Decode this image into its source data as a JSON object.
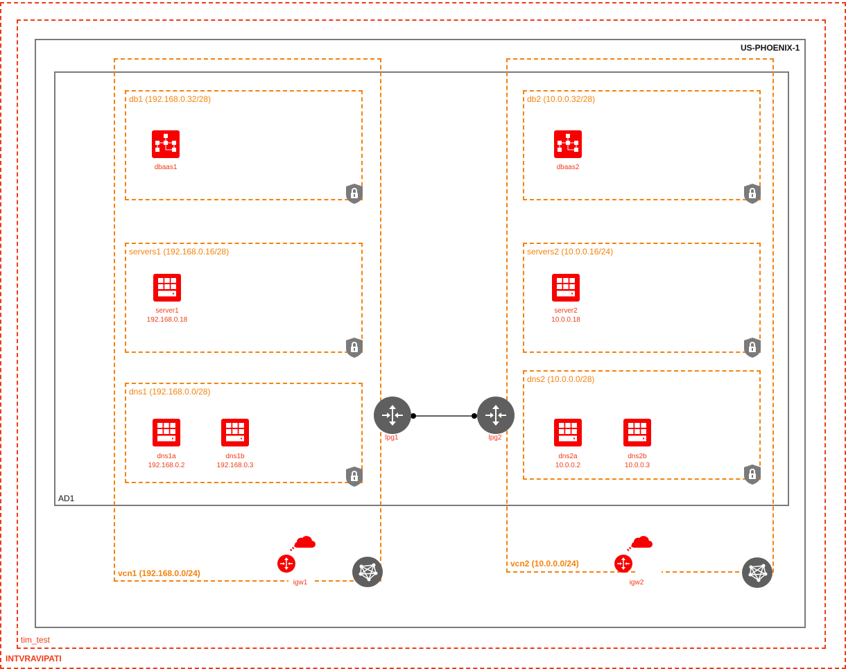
{
  "tenancy": {
    "label": "INTVRAVIPATI"
  },
  "compartment": {
    "label": "tim_test"
  },
  "region": {
    "label": "US-PHOENIX-1"
  },
  "availability_domain": {
    "label": "AD1"
  },
  "vcns": [
    {
      "label": "vcn1 (192.168.0.0/24)",
      "subnets": [
        {
          "label": "db1 (192.168.0.32/28)",
          "nodes": [
            {
              "name": "dbaas1",
              "ip": "",
              "icon": "database-icon"
            }
          ]
        },
        {
          "label": "servers1 (192.168.0.16/28)",
          "nodes": [
            {
              "name": "server1",
              "ip": "192.168.0.18",
              "icon": "server-icon"
            }
          ]
        },
        {
          "label": "dns1 (192.168.0.0/28)",
          "nodes": [
            {
              "name": "dns1a",
              "ip": "192.168.0.2",
              "icon": "server-icon"
            },
            {
              "name": "dns1b",
              "ip": "192.168.0.3",
              "icon": "server-icon"
            }
          ]
        }
      ],
      "lpg": {
        "name": "lpg1",
        "icon": "router-icon"
      },
      "igw": {
        "name": "igw1",
        "icon": "internet-gateway-icon"
      }
    },
    {
      "label": "vcn2 (10.0.0.0/24)",
      "subnets": [
        {
          "label": "db2 (10.0.0.32/28)",
          "nodes": [
            {
              "name": "dbaas2",
              "ip": "",
              "icon": "database-icon"
            }
          ]
        },
        {
          "label": "servers2 (10.0.0.16/24)",
          "nodes": [
            {
              "name": "server2",
              "ip": "10.0.0.18",
              "icon": "server-icon"
            }
          ]
        },
        {
          "label": "dns2 (10.0.0.0/28)",
          "nodes": [
            {
              "name": "dns2a",
              "ip": "10.0.0.2",
              "icon": "server-icon"
            },
            {
              "name": "dns2b",
              "ip": "10.0.0.3",
              "icon": "server-icon"
            }
          ]
        }
      ],
      "lpg": {
        "name": "lpg2",
        "icon": "router-icon"
      },
      "igw": {
        "name": "igw2",
        "icon": "internet-gateway-icon"
      }
    }
  ],
  "colors": {
    "tenancy_border": "#f03a17",
    "vcn_border": "#f5820a",
    "region_border": "#7a7a7a",
    "node_fill": "#f80000",
    "gateway_fill": "#5f5f5f",
    "security_list": "#7a7a7a"
  }
}
